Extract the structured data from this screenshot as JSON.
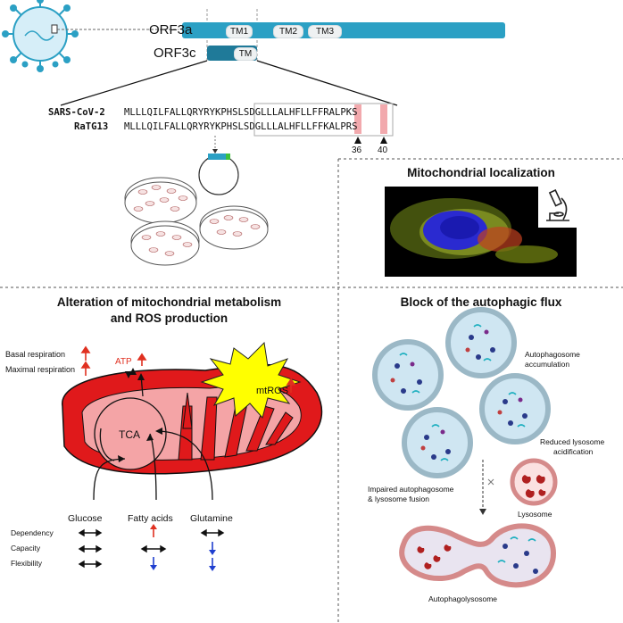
{
  "orf3a": {
    "label": "ORF3a",
    "domains": [
      "TM1",
      "TM2",
      "TM3"
    ]
  },
  "orf3c": {
    "label": "ORF3c",
    "domains": [
      "TM"
    ]
  },
  "alignment": {
    "sars_name": "SARS-CoV-2",
    "sars_seq": "MLLLQILFALLQRYRYKPHSLSDGLLLALHFLLFFRALPKS",
    "ratg_name": "RaTG13",
    "ratg_seq": "MLLLQILFALLQRYRYKPHSLSDGLLLALHFLLFFKALPRS",
    "marker_36": "36",
    "marker_40": "40"
  },
  "panels": {
    "mito_localization": "Mitochondrial localization",
    "metabolism_title_line1": "Alteration of mitochondrial metabolism",
    "metabolism_title_line2": "and ROS production",
    "autophagy_title": "Block of the autophagic flux"
  },
  "metabolism": {
    "basal_respiration": "Basal respiration",
    "maximal_respiration": "Maximal respiration",
    "atp": "ATP",
    "mtros": "mtROS",
    "tca": "TCA",
    "columns": [
      "Glucose",
      "Fatty acids",
      "Glutamine"
    ],
    "rows": [
      "Dependency",
      "Capacity",
      "Flexibility"
    ]
  },
  "autophagy": {
    "autophagosome_accumulation": [
      "Autophagosome",
      "accumulation"
    ],
    "reduced_acidification": [
      "Reduced lysosome",
      "acidification"
    ],
    "impaired_fusion": [
      "Impaired autophagosome",
      "& lysosome fusion"
    ],
    "lysosome": "Lysosome",
    "autophagolysosome": "Autophagolysosome"
  },
  "colors": {
    "orf3a_fill": "#2ba0c4",
    "orf3c_fill": "#1f7a99",
    "mito_red": "#e0191b",
    "mito_pink": "#f4a4a6",
    "ros_yellow": "#ffff00",
    "up_arrow": "#e03020",
    "down_arrow": "#1f3fcf",
    "highlight": "#f2a9ad"
  }
}
